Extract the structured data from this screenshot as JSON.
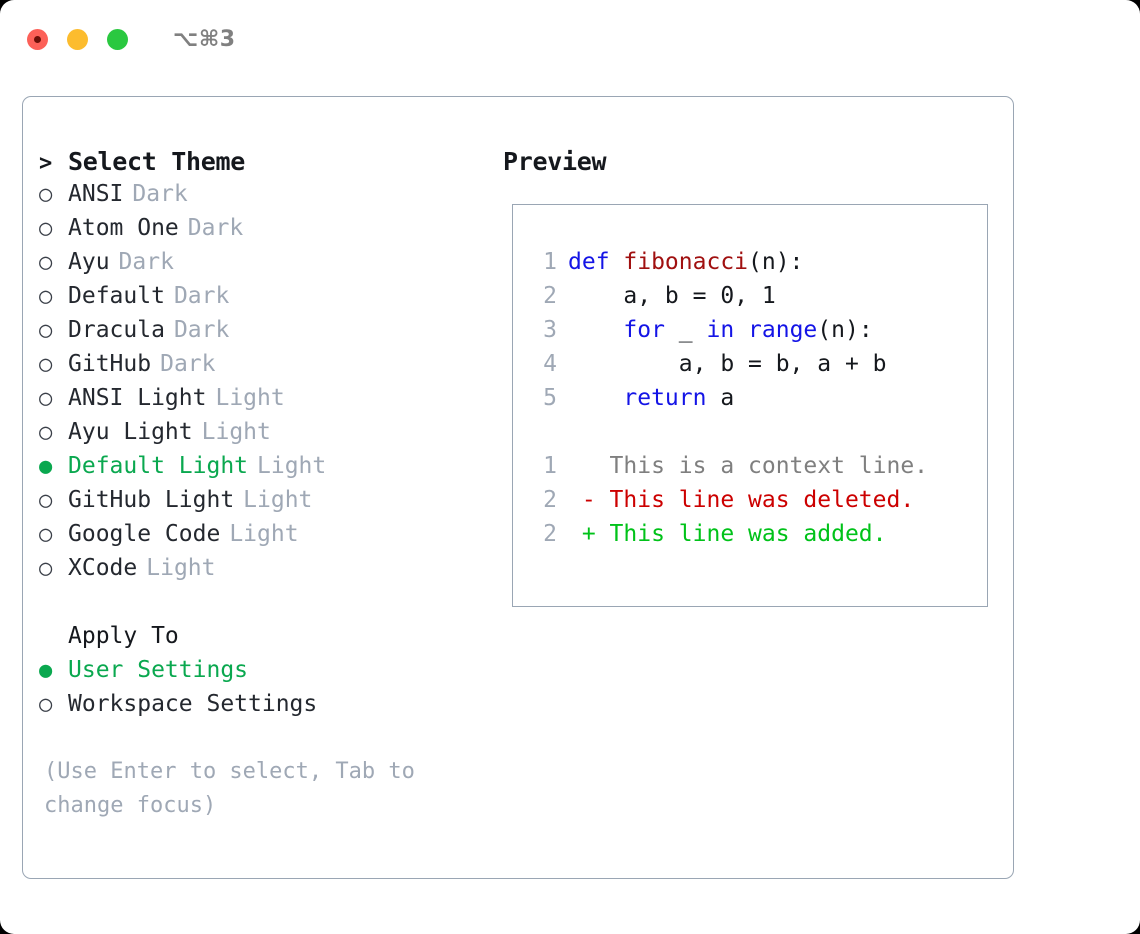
{
  "titlebar": {
    "lights": [
      {
        "name": "close-button",
        "color": "#fc6058"
      },
      {
        "name": "minimize-button",
        "color": "#fcbc2e"
      },
      {
        "name": "maximize-button",
        "color": "#2ac840"
      }
    ],
    "shortcut": "⌥⌘3"
  },
  "colors": {
    "accent_green": "#0aa84f",
    "muted": "#9fa8b5",
    "border": "#9aa6b4",
    "keyword_blue": "#1414e6",
    "function_red": "#a01010",
    "diff_delete": "#cc0000",
    "diff_add": "#00c219"
  },
  "theme_section": {
    "caret": ">",
    "title": "Select Theme",
    "radio_unselected": "○",
    "radio_selected": "●",
    "items": [
      {
        "name": "ANSI",
        "variant": "Dark",
        "selected": false
      },
      {
        "name": "Atom One",
        "variant": "Dark",
        "selected": false
      },
      {
        "name": "Ayu",
        "variant": "Dark",
        "selected": false
      },
      {
        "name": "Default",
        "variant": "Dark",
        "selected": false
      },
      {
        "name": "Dracula",
        "variant": "Dark",
        "selected": false
      },
      {
        "name": "GitHub",
        "variant": "Dark",
        "selected": false
      },
      {
        "name": "ANSI Light",
        "variant": "Light",
        "selected": false
      },
      {
        "name": "Ayu Light",
        "variant": "Light",
        "selected": false
      },
      {
        "name": "Default Light",
        "variant": "Light",
        "selected": true
      },
      {
        "name": "GitHub Light",
        "variant": "Light",
        "selected": false
      },
      {
        "name": "Google Code",
        "variant": "Light",
        "selected": false
      },
      {
        "name": "XCode",
        "variant": "Light",
        "selected": false
      }
    ]
  },
  "apply_to_section": {
    "title": "Apply To",
    "items": [
      {
        "name": "User Settings",
        "selected": true
      },
      {
        "name": "Workspace Settings",
        "selected": false
      }
    ]
  },
  "hint": "(Use Enter to select, Tab to change focus)",
  "preview": {
    "title": "Preview",
    "code_lines": [
      {
        "no": "1",
        "tokens": [
          {
            "t": "def ",
            "c": "kw"
          },
          {
            "t": "fibonacci",
            "c": "fn"
          },
          {
            "t": "(n):",
            "c": "plain"
          }
        ]
      },
      {
        "no": "2",
        "tokens": [
          {
            "t": "    a, b = 0, 1",
            "c": "plain"
          }
        ]
      },
      {
        "no": "3",
        "tokens": [
          {
            "t": "    ",
            "c": "plain"
          },
          {
            "t": "for",
            "c": "kw"
          },
          {
            "t": " _ ",
            "c": "plain"
          },
          {
            "t": "in",
            "c": "kw"
          },
          {
            "t": " ",
            "c": "plain"
          },
          {
            "t": "range",
            "c": "kw"
          },
          {
            "t": "(n):",
            "c": "plain"
          }
        ]
      },
      {
        "no": "4",
        "tokens": [
          {
            "t": "        a, b = b, a + b",
            "c": "plain"
          }
        ]
      },
      {
        "no": "5",
        "tokens": [
          {
            "t": "    ",
            "c": "plain"
          },
          {
            "t": "return",
            "c": "kw"
          },
          {
            "t": " a",
            "c": "plain"
          }
        ]
      }
    ],
    "diff_lines": [
      {
        "no": "1",
        "sign": " ",
        "text": "This is a context line.",
        "kind": "ctx"
      },
      {
        "no": "2",
        "sign": "-",
        "text": "This line was deleted.",
        "kind": "del"
      },
      {
        "no": "2",
        "sign": "+",
        "text": "This line was added.",
        "kind": "add"
      }
    ]
  }
}
